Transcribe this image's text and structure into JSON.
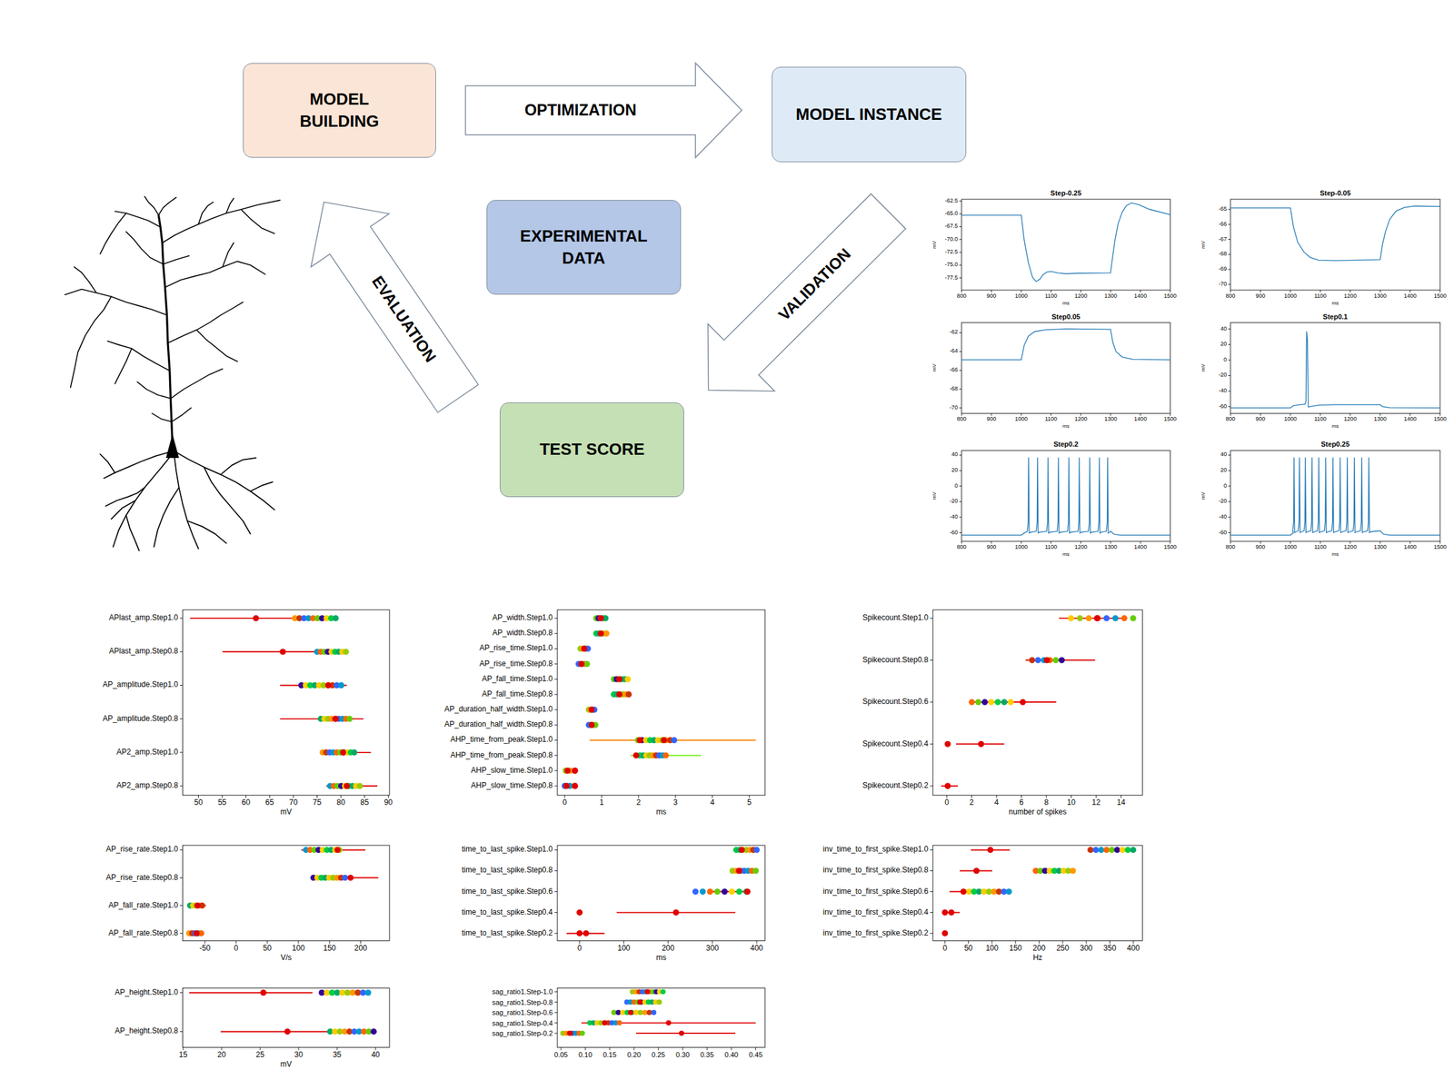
{
  "diagram": {
    "nodes": [
      {
        "text": [
          "MODEL BUILDING"
        ]
      },
      {
        "text": [
          "MODEL INSTANCE"
        ]
      },
      {
        "text": [
          "EXPERIMENTAL DATA"
        ]
      },
      {
        "text": [
          "TEST SCORE"
        ]
      }
    ],
    "edges": [
      {
        "from": 0,
        "to": 1,
        "arrow": "to",
        "label": "OPTIMIZATION"
      },
      {
        "from": 1,
        "to": 3,
        "arrow": "to",
        "label": "VALIDATION"
      },
      {
        "from": 3,
        "to": 0,
        "arrow": "to",
        "label": "EVALUATION"
      }
    ],
    "labels": [
      "Step-0.25",
      "-62.5",
      "-65.0",
      "-67.5",
      "-70.0",
      "-72.5",
      "-75.0",
      "-77.5",
      "800",
      "900",
      "1000",
      "1100",
      "1200",
      "1300",
      "1400",
      "1500",
      "ms",
      "mV",
      "Step-0.05",
      "-65",
      "-66",
      "-67",
      "-68",
      "-69",
      "-70",
      "800",
      "900",
      "1000",
      "1100",
      "1200",
      "1300",
      "1400",
      "1500",
      "ms",
      "mV",
      "Step0.05",
      "-62",
      "-64",
      "-66",
      "-68",
      "-70",
      "800",
      "900",
      "1000",
      "1100",
      "1200",
      "1300",
      "1400",
      "1500",
      "ms",
      "mV",
      "Step0.1",
      "40",
      "20",
      "0",
      "-20",
      "-40",
      "-60",
      "800",
      "900",
      "1000",
      "1100",
      "1200",
      "1300",
      "1400",
      "1500",
      "ms",
      "mV",
      "Step0.2",
      "40",
      "20",
      "0",
      "-20",
      "-40",
      "-60",
      "800",
      "900",
      "1000",
      "1100",
      "1200",
      "1300",
      "1400",
      "1500",
      "ms",
      "mV",
      "Step0.25",
      "40",
      "20",
      "0",
      "-20",
      "-40",
      "-60",
      "800",
      "900",
      "1000",
      "1100",
      "1200",
      "1300",
      "1400",
      "1500",
      "ms",
      "mV",
      "APlast_amp.Step1.0",
      "APlast_amp.Step0.8",
      "AP_amplitude.Step1.0",
      "AP_amplitude.Step0.8",
      "AP2_amp.Step1.0",
      "AP2_amp.Step0.8",
      "50",
      "55",
      "60",
      "65",
      "70",
      "75",
      "80",
      "85",
      "90",
      "mV",
      "AP_width.Step1.0",
      "AP_width.Step0.8",
      "AP_rise_time.Step1.0",
      "AP_rise_time.Step0.8",
      "AP_fall_time.Step1.0",
      "AP_fall_time.Step0.8",
      "AP_duration_half_width.Step1.0",
      "AP_duration_half_width.Step0.8",
      "AHP_time_from_peak.Step1.0",
      "AHP_time_from_peak.Step0.8",
      "AHP_slow_time.Step1.0",
      "AHP_slow_time.Step0.8",
      "0",
      "1",
      "2",
      "3",
      "4",
      "5",
      "ms",
      "Spikecount.Step1.0",
      "Spikecount.Step0.8",
      "Spikecount.Step0.6",
      "Spikecount.Step0.4",
      "Spikecount.Step0.2",
      "0",
      "2",
      "4",
      "6",
      "8",
      "10",
      "12",
      "14",
      "number of spikes",
      "AP_rise_rate.Step1.0",
      "AP_rise_rate.Step0.8",
      "AP_fall_rate.Step1.0",
      "AP_fall_rate.Step0.8",
      "-50",
      "0",
      "50",
      "100",
      "150",
      "200",
      "V/s",
      "time_to_last_spike.Step1.0",
      "time_to_last_spike.Step0.8",
      "time_to_last_spike.Step0.6",
      "time_to_last_spike.Step0.4",
      "time_to_last_spike.Step0.2",
      "0",
      "100",
      "200",
      "300",
      "400",
      "ms",
      "inv_time_to_first_spike.Step1.0",
      "inv_time_to_first_spike.Step0.8",
      "inv_time_to_first_spike.Step0.6",
      "inv_time_to_first_spike.Step0.4",
      "inv_time_to_first_spike.Step0.2",
      "0",
      "50",
      "100",
      "150",
      "200",
      "250",
      "300",
      "350",
      "400",
      "Hz",
      "AP_height.Step1.0",
      "AP_height.Step0.8",
      "15",
      "20",
      "25",
      "30",
      "35",
      "40",
      "mV",
      "sag_ratio1.Step-1.0",
      "sag_ratio1.Step-0.8",
      "sag_ratio1.Step-0.6",
      "sag_ratio1.Step-0.4",
      "sag_ratio1.Step-0.2",
      "0.05",
      "0.10",
      "0.15",
      "0.20",
      "0.25",
      "0.30",
      "0.35",
      "0.40",
      "0.45"
    ]
  }
}
